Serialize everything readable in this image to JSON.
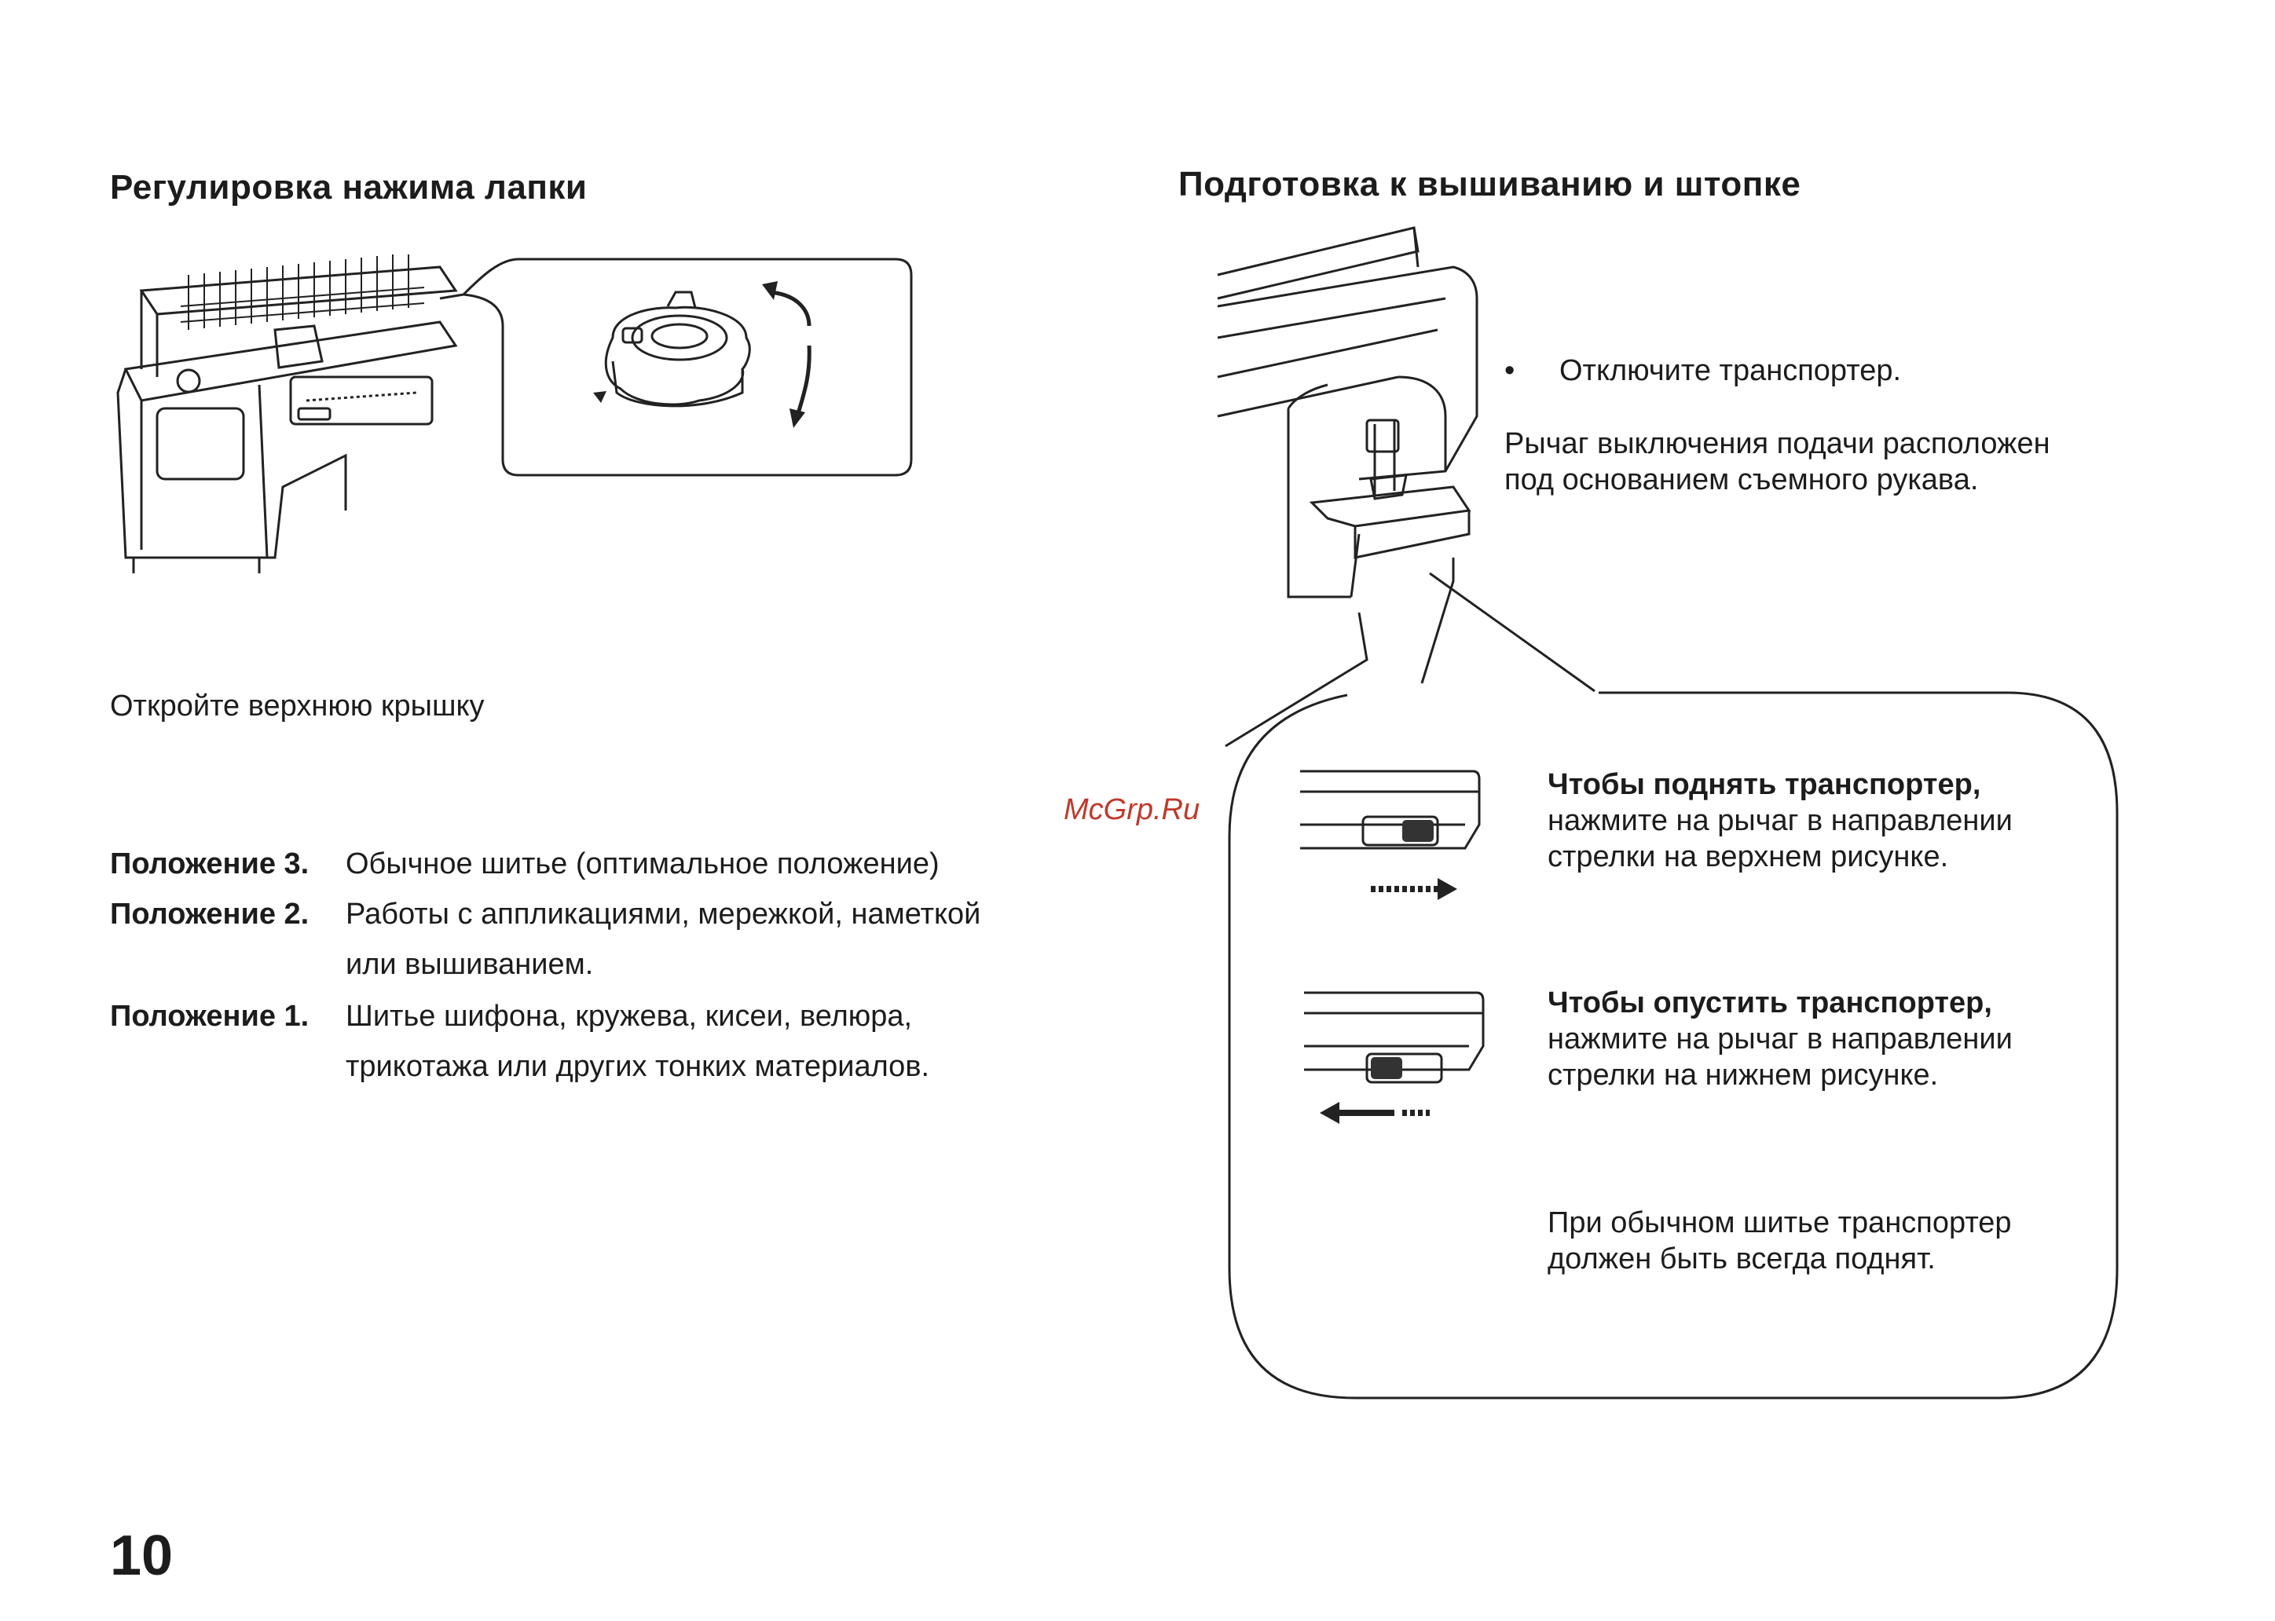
{
  "left": {
    "heading": "Регулировка нажима лапки",
    "open_cover": "Откройте верхнюю крышку",
    "positions": [
      {
        "label": "Положение 3.",
        "lines": [
          "Обычное шитье (оптимальное положение)"
        ]
      },
      {
        "label": "Положение 2.",
        "lines": [
          "Работы с аппликациями, мережкой, наметкой",
          "или вышиванием."
        ]
      },
      {
        "label": "Положение 1.",
        "lines": [
          "Шитье шифона, кружева, кисеи, велюра,",
          "трикотажа или других тонких материалов."
        ]
      }
    ]
  },
  "right": {
    "heading": "Подготовка к вышиванию и штопке",
    "bullet": "Отключите транспортер.",
    "lever_info": [
      "Рычаг выключения подачи расположен",
      "под основанием съемного рукава."
    ],
    "raise": {
      "title": "Чтобы поднять транспортер,",
      "lines": [
        "нажмите на рычаг в направлении",
        "стрелки на верхнем рисунке."
      ]
    },
    "lower": {
      "title": "Чтобы опустить транспортер,",
      "lines": [
        "нажмите на рычаг в направлении",
        "стрелки на нижнем рисунке."
      ]
    },
    "note": [
      "При обычном шитье транспортер",
      "должен быть всегда поднят."
    ]
  },
  "watermark": "McGrp.Ru",
  "page_number": "10"
}
